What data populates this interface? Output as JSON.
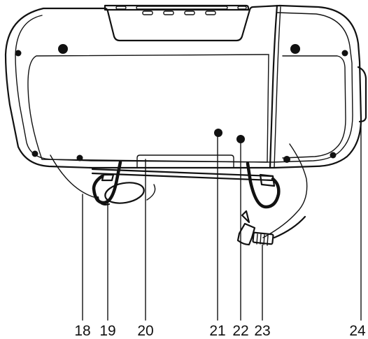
{
  "figure": {
    "callouts": [
      {
        "id": "18",
        "label": "18"
      },
      {
        "id": "19",
        "label": "19"
      },
      {
        "id": "20",
        "label": "20"
      },
      {
        "id": "21",
        "label": "21"
      },
      {
        "id": "22",
        "label": "22"
      },
      {
        "id": "23",
        "label": "23"
      },
      {
        "id": "24",
        "label": "24"
      }
    ]
  }
}
